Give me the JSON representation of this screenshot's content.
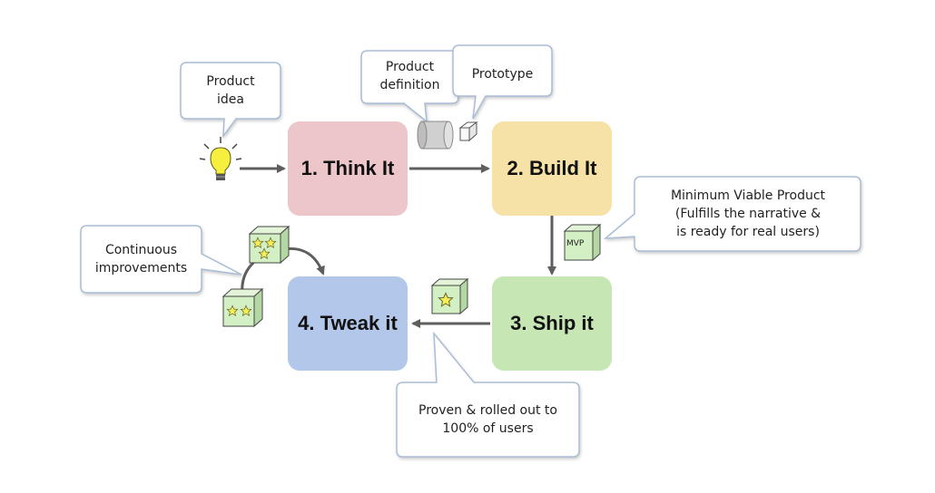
{
  "steps": [
    {
      "label": "1. Think It",
      "color": "#ecc6c8"
    },
    {
      "label": "2. Build It",
      "color": "#f6e2a6"
    },
    {
      "label": "3. Ship it",
      "color": "#c6e6b4"
    },
    {
      "label": "4. Tweak it",
      "color": "#b2c7ea"
    }
  ],
  "callouts": {
    "product_idea": "Product\nidea",
    "product_definition": "Product\ndefinition",
    "prototype": "Prototype",
    "mvp": "Minimum Viable Product\n(Fulfills the narrative &\nis ready for real users)",
    "proven": "Proven & rolled out to\n100% of users",
    "continuous": "Continuous\nimprovements"
  },
  "icons": {
    "mvp_box_label": "MVP"
  },
  "colors": {
    "arrow": "#5e5e5e",
    "callout_border": "#a9bdd6",
    "box_fill": "#d3efc4",
    "star": "#f5ee57"
  }
}
